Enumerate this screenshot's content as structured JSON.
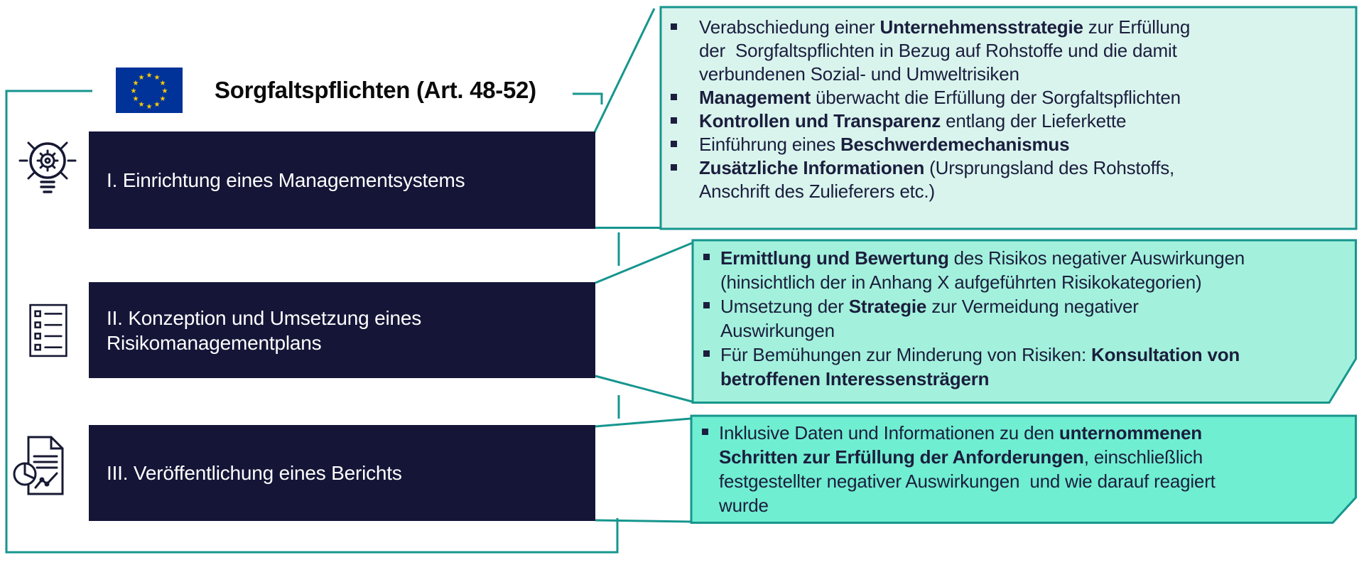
{
  "title": {
    "text": "Sorgfaltspflichten (Art. 48-52)"
  },
  "colors": {
    "teal_line": "#16968e",
    "navy_box": "#141537",
    "text_navy": "#1b1e3e",
    "eu_flag_blue": "#003399",
    "eu_star_gold": "#ffcc00",
    "callout1_fill": "#d9f4ed",
    "callout2_fill": "#a3f1dc",
    "callout3_fill": "#70eed1"
  },
  "steps": [
    {
      "icon": "lightbulb-gear-icon",
      "label": "I. Einrichtung eines Managementsystems"
    },
    {
      "icon": "checklist-icon",
      "label": "II. Konzeption und Umsetzung eines\nRisikomanagementplans"
    },
    {
      "icon": "report-chart-icon",
      "label": "III. Veröffentlichung eines Berichts"
    }
  ],
  "callouts": [
    {
      "fill": "#d9f4ed",
      "bullets": [
        {
          "runs": [
            {
              "t": "Verabschiedung einer ",
              "b": false
            },
            {
              "t": "Unternehmensstrategie",
              "b": true
            },
            {
              "t": " zur Erfüllung\nder  Sorgfaltspflichten in Bezug auf Rohstoffe und die damit\nverbundenen Sozial- und Umweltrisiken",
              "b": false
            }
          ]
        },
        {
          "runs": [
            {
              "t": "Management",
              "b": true
            },
            {
              "t": " überwacht die Erfüllung der Sorgfaltspflichten",
              "b": false
            }
          ]
        },
        {
          "runs": [
            {
              "t": "Kontrollen und Transparenz",
              "b": true
            },
            {
              "t": " entlang der Lieferkette",
              "b": false
            }
          ]
        },
        {
          "runs": [
            {
              "t": "Einführung eines ",
              "b": false
            },
            {
              "t": "Beschwerdemechanismus",
              "b": true
            }
          ]
        },
        {
          "runs": [
            {
              "t": "Zusätzliche Informationen",
              "b": true
            },
            {
              "t": " (Ursprungsland des Rohstoffs,\nAnschrift des Zulieferers etc.)",
              "b": false
            }
          ]
        }
      ]
    },
    {
      "fill": "#a3f1dc",
      "bullets": [
        {
          "runs": [
            {
              "t": "Ermittlung und Bewertung",
              "b": true
            },
            {
              "t": " des Risikos negativer Auswirkungen\n(hinsichtlich der in Anhang X aufgeführten Risikokategorien)",
              "b": false
            }
          ]
        },
        {
          "runs": [
            {
              "t": "Umsetzung der ",
              "b": false
            },
            {
              "t": "Strategie",
              "b": true
            },
            {
              "t": " zur Vermeidung negativer\nAuswirkungen",
              "b": false
            }
          ]
        },
        {
          "runs": [
            {
              "t": "Für Bemühungen zur Minderung von Risiken: ",
              "b": false
            },
            {
              "t": "Konsultation von\nbetroffenen Interessensträgern",
              "b": true
            }
          ]
        }
      ]
    },
    {
      "fill": "#70eed1",
      "bullets": [
        {
          "runs": [
            {
              "t": "Inklusive Daten und Informationen zu den ",
              "b": false
            },
            {
              "t": "unternommenen\nSchritten zur Erfüllung der Anforderungen",
              "b": true
            },
            {
              "t": ", einschließlich\nfestgestellter negativer Auswirkungen  und wie darauf reagiert\nwurde",
              "b": false
            }
          ]
        }
      ]
    }
  ]
}
